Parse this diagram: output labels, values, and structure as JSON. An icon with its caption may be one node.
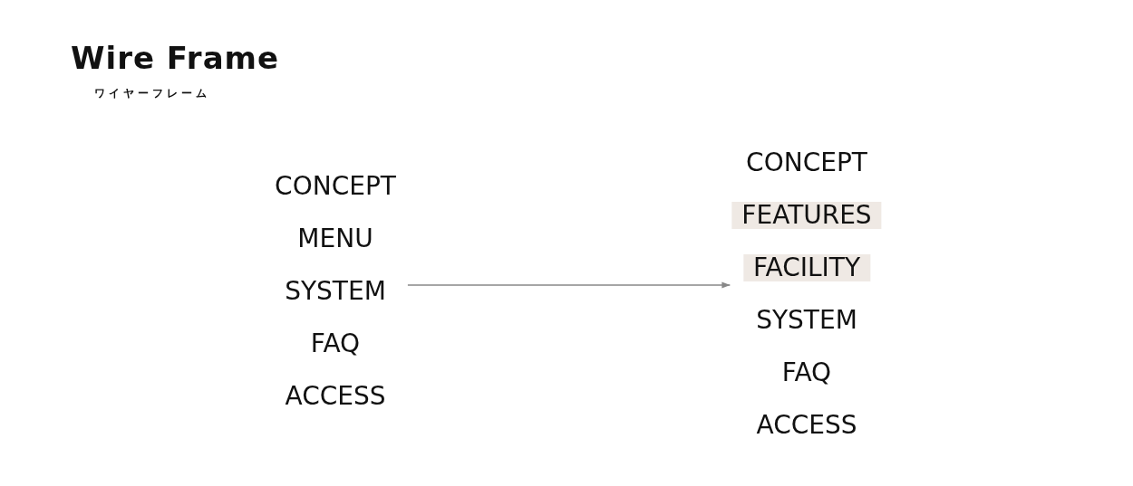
{
  "diagram": {
    "title": "Wire Frame",
    "nodes": [
      {
        "text": [
          "CONCEPT",
          "MENU",
          "SYSTEM",
          "FAQ",
          "ACCESS"
        ]
      },
      {
        "text": [
          "CONCEPT",
          "FEATURES",
          "FACILITY",
          "SYSTEM",
          "FAQ",
          "ACCESS"
        ]
      }
    ],
    "edges": [
      {
        "from": 0,
        "to": 1,
        "arrow": "to"
      }
    ],
    "labels": [
      "ワイヤーフレーム"
    ]
  }
}
